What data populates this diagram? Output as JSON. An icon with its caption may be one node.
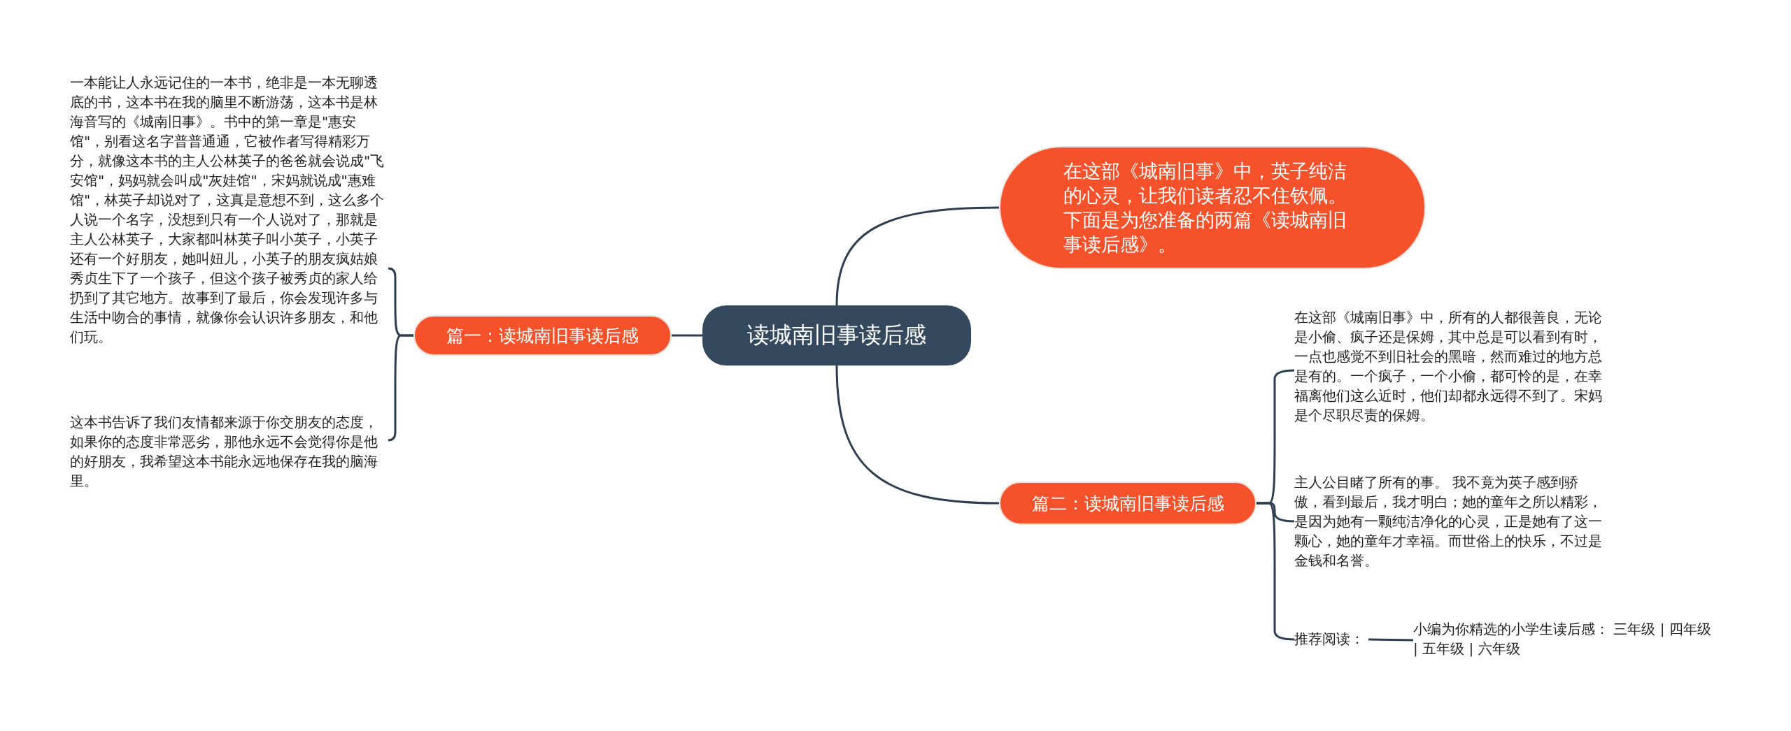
{
  "diagram": {
    "nodes": [
      {
        "text": [
          "读城南旧事读后感"
        ]
      },
      {
        "text": [
          "在这部《城南旧事》中，英子纯洁的心灵，让我们读者忍不住钦佩。下面是为您准备的两篇《读城南旧事读后感》。"
        ]
      },
      {
        "text": [
          "篇一：读城南旧事读后感"
        ]
      },
      {
        "text": [
          "一本能让人永远记住的一本书，绝非是一本无聊透底的书，这本书在我的脑里不断游荡，这本书是林海音写的《城南旧事》。书中的第一章是\"惠安馆\"，别看这名字普普通通，它被作者写得精彩万分，就像这本书的主人公林英子的爸爸就会说成\"飞安馆\"，妈妈就会叫成\"灰娃馆\"，宋妈就说成\"惠难馆\"，林英子却说对了，这真是意想不到，这么多个人说一个名字，没想到只有一个人说对了，那就是主人公林英子，大家都叫林英子叫小英子，小英子还有一个好朋友，她叫妞儿，小英子的朋友疯姑娘秀贞生下了一个孩子，但这个孩子被秀贞的家人给扔到了其它地方。故事到了最后，你会发现许多与生活中吻合的事情，就像你会认识许多朋友，和他们玩。"
        ]
      },
      {
        "text": [
          "这本书告诉了我们友情都来源于你交朋友的态度，如果你的态度非常恶劣，那他永远不会觉得你是他的好朋友，我希望这本书能永远地保存在我的脑海里。"
        ]
      },
      {
        "text": [
          "篇二：读城南旧事读后感"
        ]
      },
      {
        "text": [
          "在这部《城南旧事》中，所有的人都很善良，无论是小偷、疯子还是保姆，其中总是可以看到有时，一点也感觉不到旧社会的黑暗，然而难过的地方总是有的。一个疯子，一个小偷，都可怜的是，在幸福离他们这么近时，他们却都永远得不到了。宋妈是个尽职尽责的保姆。"
        ]
      },
      {
        "text": [
          "主人公目睹了所有的事。 我不竟为英子感到骄傲，看到最后，我才明白；她的童年之所以精彩，是因为她有一颗纯洁净化的心灵，正是她有了这一颗心，她的童年才幸福。而世俗上的快乐，不过是金钱和名誉。"
        ]
      },
      {
        "text": [
          "推荐阅读："
        ]
      },
      {
        "text": [
          "小编为你精选的小学生读后感： 三年级 | 四年级 | 五年级 | 六年级"
        ]
      }
    ],
    "edges": [
      {
        "from": 0,
        "to": 1,
        "arrow": "none"
      },
      {
        "from": 0,
        "to": 2,
        "arrow": "none"
      },
      {
        "from": 0,
        "to": 5,
        "arrow": "none"
      },
      {
        "from": 2,
        "to": 3,
        "arrow": "none"
      },
      {
        "from": 2,
        "to": 4,
        "arrow": "none"
      },
      {
        "from": 5,
        "to": 6,
        "arrow": "none"
      },
      {
        "from": 5,
        "to": 7,
        "arrow": "none"
      },
      {
        "from": 5,
        "to": 8,
        "arrow": "none"
      },
      {
        "from": 8,
        "to": 9,
        "arrow": "none"
      }
    ]
  }
}
